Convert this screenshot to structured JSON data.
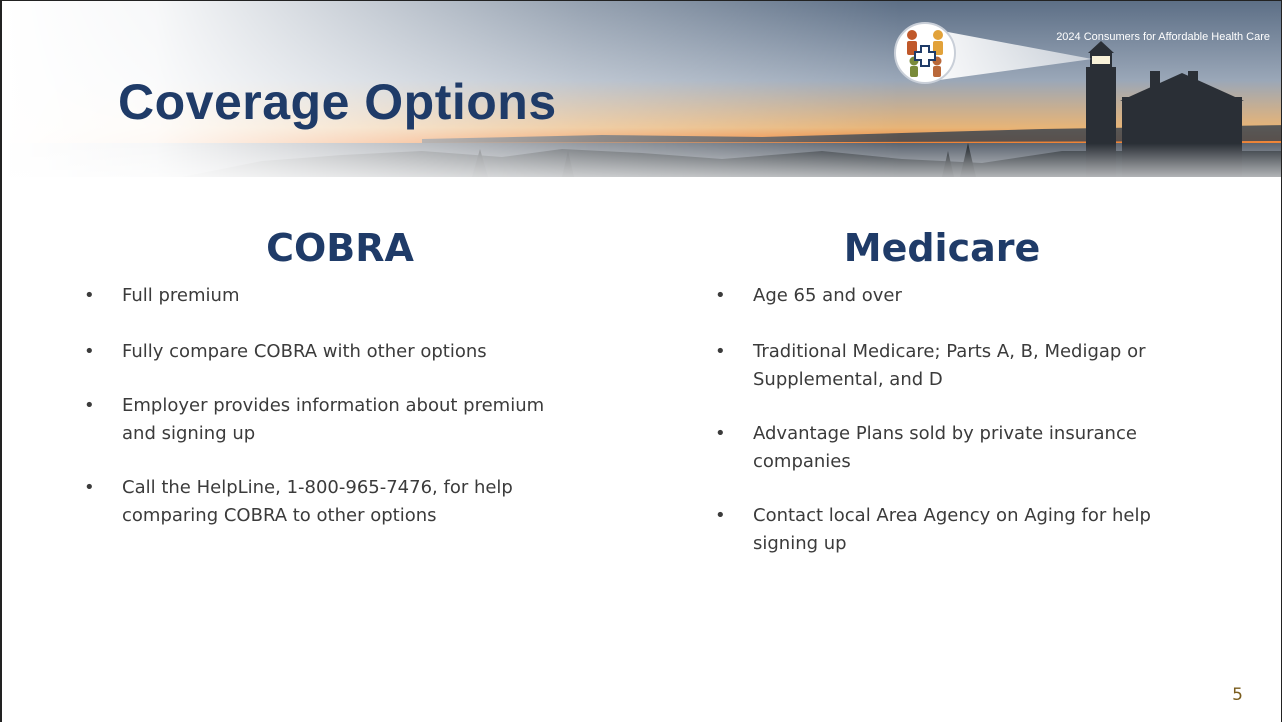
{
  "header": {
    "title": "Coverage Options",
    "organization": "2024 Consumers for Affordable Health Care"
  },
  "columns": [
    {
      "heading": "COBRA",
      "bullets": [
        "Full premium",
        "Fully compare COBRA with other options",
        "Employer provides information about premium and signing up",
        "Call the HelpLine, 1-800-965-7476, for help comparing COBRA to other options"
      ]
    },
    {
      "heading": "Medicare",
      "bullets": [
        "Age 65 and over",
        "Traditional Medicare; Parts A, B, Medigap or Supplemental, and D",
        "Advantage Plans sold by private insurance companies",
        "Contact local Area Agency on Aging for help signing up"
      ]
    }
  ],
  "footer": {
    "page_number": "5"
  },
  "colors": {
    "title": "#1f3b68",
    "body_text": "#3b3b3b",
    "page_number": "#7a5c1c"
  },
  "icons": [
    "family-health-logo-icon",
    "lighthouse-illustration"
  ]
}
